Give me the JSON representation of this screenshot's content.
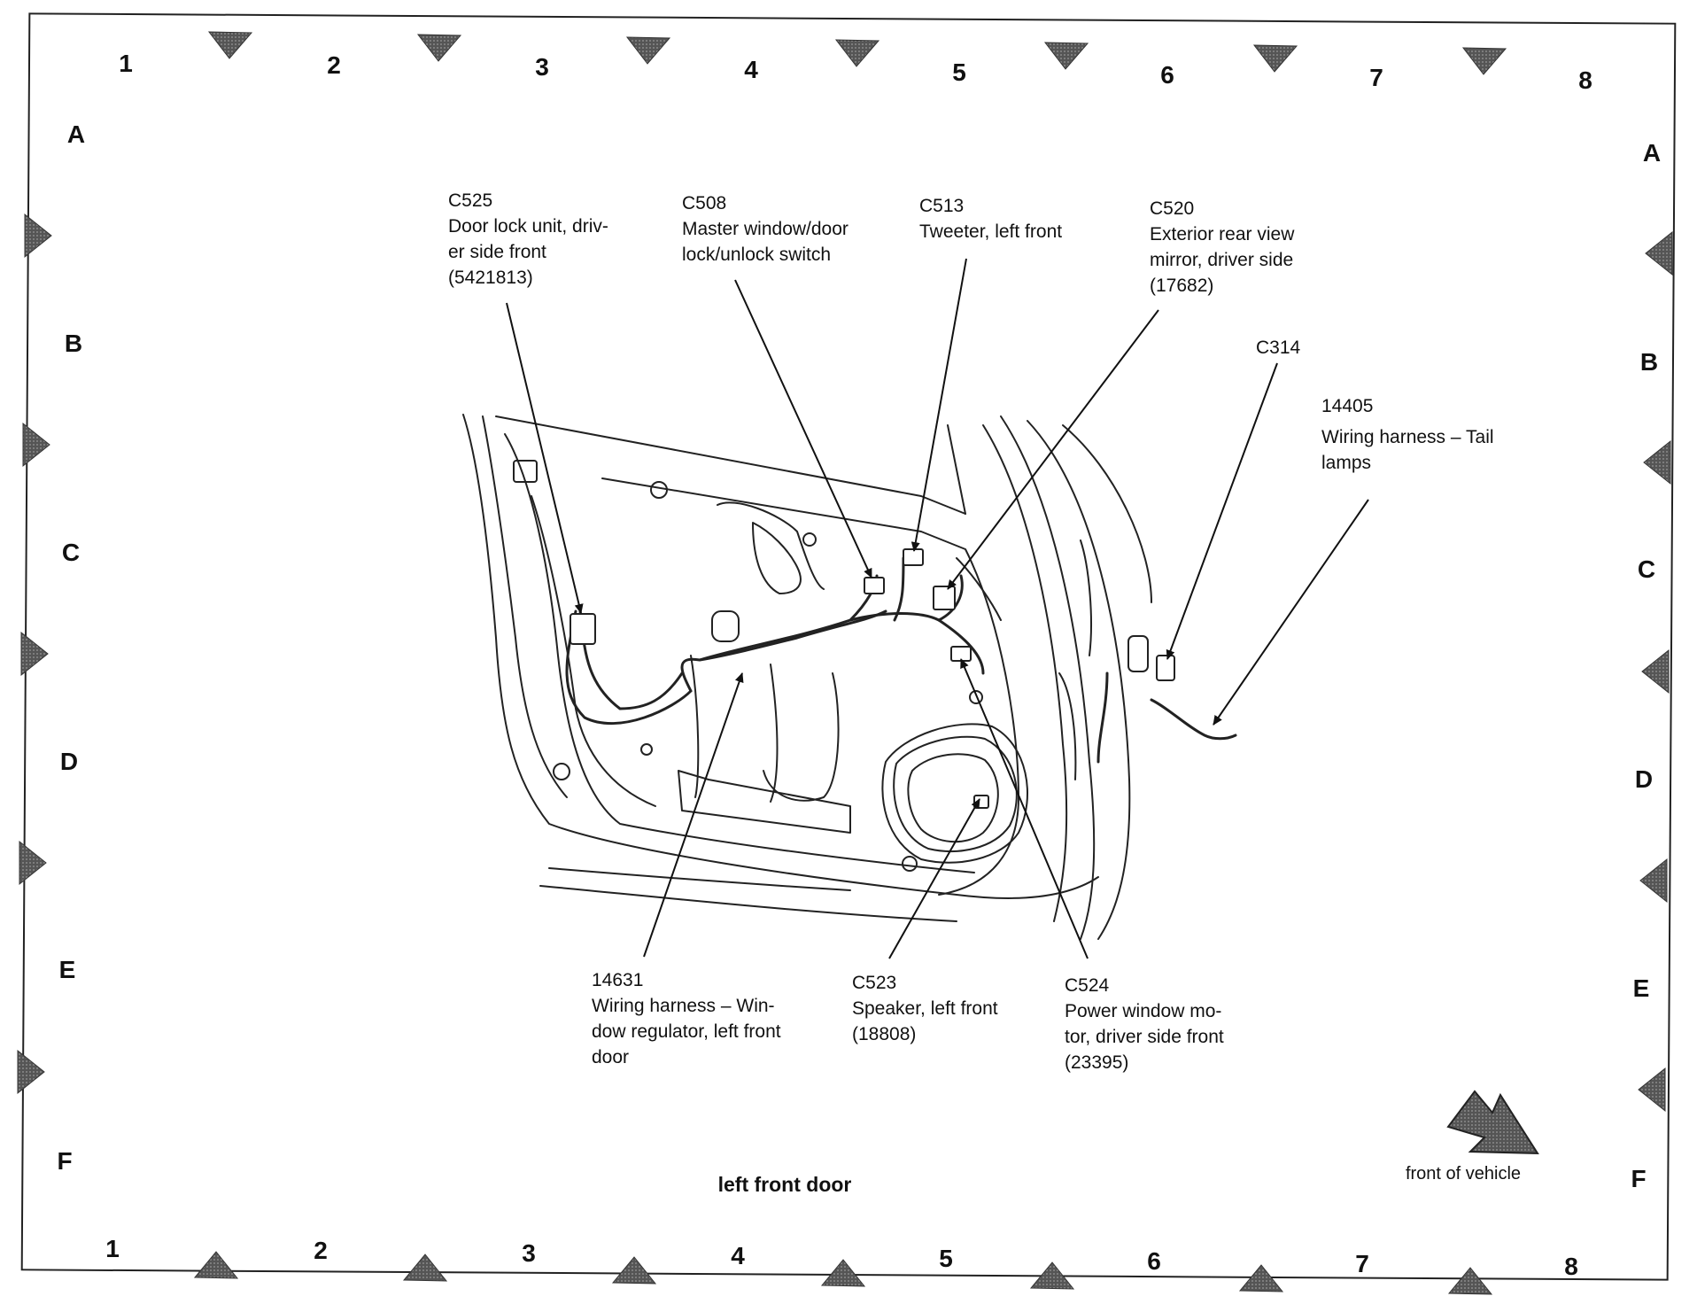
{
  "grid": {
    "columns": [
      "1",
      "2",
      "3",
      "4",
      "5",
      "6",
      "7",
      "8"
    ],
    "rows": [
      "A",
      "B",
      "C",
      "D",
      "E",
      "F"
    ]
  },
  "callouts": [
    {
      "id": "C525",
      "lines": [
        "Door lock unit, driv-",
        "er side front",
        "(5421813)"
      ]
    },
    {
      "id": "C508",
      "lines": [
        "Master window/door",
        "lock/unlock switch"
      ]
    },
    {
      "id": "C513",
      "lines": [
        "Tweeter, left front"
      ]
    },
    {
      "id": "C520",
      "lines": [
        "Exterior rear view",
        "mirror, driver side",
        "(17682)"
      ]
    },
    {
      "id": "C314",
      "lines": []
    },
    {
      "id": "14405",
      "lines": [
        "Wiring harness – Tail",
        "lamps"
      ]
    },
    {
      "id": "14631",
      "lines": [
        "Wiring harness – Win-",
        "dow regulator, left front",
        "door"
      ]
    },
    {
      "id": "C523",
      "lines": [
        "Speaker, left front",
        "(18808)"
      ]
    },
    {
      "id": "C524",
      "lines": [
        "Power window mo-",
        "tor, driver side front",
        "(23395)"
      ]
    }
  ],
  "caption": "left front door",
  "direction_label": "front of vehicle"
}
